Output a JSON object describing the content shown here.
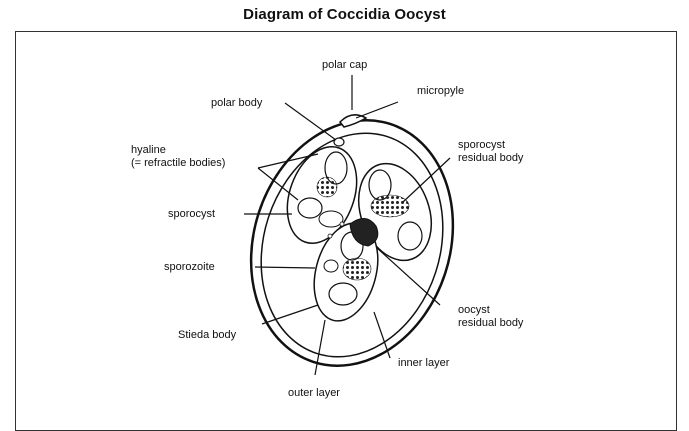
{
  "title": "Diagram of Coccidia Oocyst",
  "labels": {
    "polar_cap": "polar cap",
    "micropyle": "micropyle",
    "polar_body": "polar body",
    "hyaline_1": "hyaline",
    "hyaline_2": "(= refractile bodies)",
    "sporocyst_residual_1": "sporocyst",
    "sporocyst_residual_2": "residual body",
    "sporocyst": "sporocyst",
    "sporozoite": "sporozoite",
    "oocyst_residual_1": "oocyst",
    "oocyst_residual_2": "residual body",
    "stieda_body": "Stieda body",
    "inner_layer": "inner layer",
    "outer_layer": "outer layer"
  }
}
